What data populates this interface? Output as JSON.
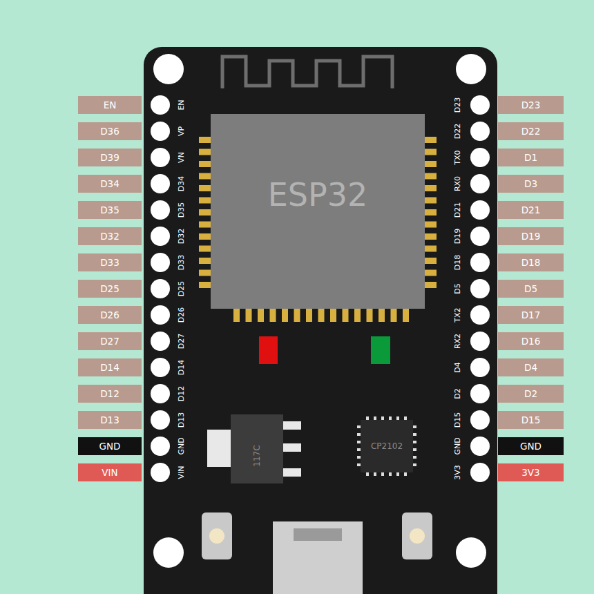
{
  "diagram": {
    "labels": [
      "EN",
      "D36",
      "D39",
      "D34",
      "D35",
      "D32",
      "D33",
      "D25",
      "D26",
      "D27",
      "D14",
      "D12",
      "D13",
      "GND",
      "VIN",
      "EN",
      "VP",
      "VN",
      "D34",
      "D35",
      "D32",
      "D33",
      "D25",
      "D26",
      "D27",
      "D14",
      "D12",
      "D13",
      "GND",
      "VIN",
      "D23",
      "D22",
      "TX0",
      "RX0",
      "D21",
      "D19",
      "D18",
      "D5",
      "TX2",
      "RX2",
      "D4",
      "D2",
      "D15",
      "GND",
      "3V3",
      "D23",
      "D22",
      "D1",
      "D3",
      "D21",
      "D19",
      "D18",
      "D5",
      "D17",
      "D16",
      "D4",
      "D2",
      "D15",
      "GND",
      "3V3",
      "ESP32",
      "117C",
      "CP2102"
    ]
  }
}
